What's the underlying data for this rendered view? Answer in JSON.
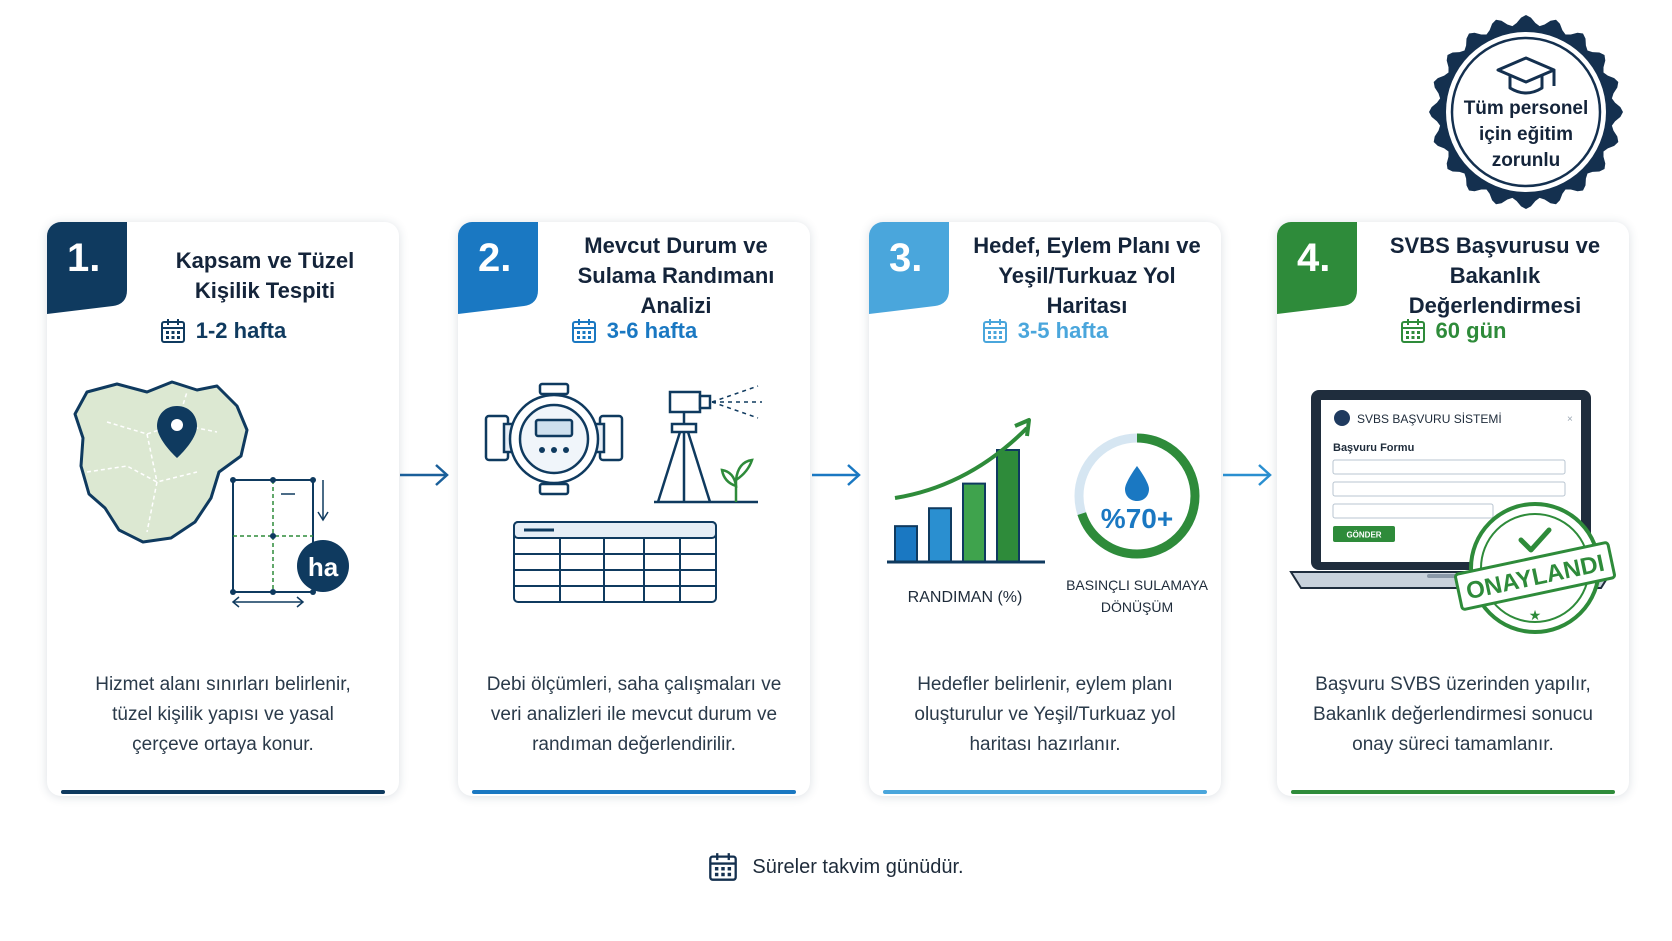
{
  "colors": {
    "step1": "#0f3a5f",
    "step2": "#1a78c2",
    "step3": "#4aa6dc",
    "step4": "#2e8b3a",
    "map_fill": "#dce8d2",
    "badge": "#14304f"
  },
  "badge": {
    "icon": "graduation-cap-icon",
    "lines": [
      "Tüm personel",
      "için eğitim",
      "zorunlu"
    ]
  },
  "steps": [
    {
      "number": "1.",
      "title_lines": [
        "Kapsam ve Tüzel",
        "Kişilik Tespiti"
      ],
      "duration": "1-2 hafta",
      "icon": "calendar-icon",
      "illustration": {
        "unit_label": "ha"
      },
      "description_lines": [
        "Hizmet alanı sınırları belirlenir,",
        "tüzel kişilik yapısı ve yasal",
        "çerçeve ortaya konur."
      ]
    },
    {
      "number": "2.",
      "title_lines": [
        "Mevcut Durum ve",
        "Sulama Randımanı Analizi"
      ],
      "duration": "3-6 hafta",
      "icon": "calendar-icon",
      "description_lines": [
        "Debi ölçümleri, saha çalışmaları ve",
        "veri analizleri ile mevcut durum ve",
        "randıman değerlendirilir."
      ]
    },
    {
      "number": "3.",
      "title_lines": [
        "Hedef, Eylem Planı ve",
        "Yeşil/Turkuaz Yol Haritası"
      ],
      "duration": "3-5 hafta",
      "icon": "calendar-icon",
      "illustration": {
        "bar_chart_label": "RANDIMAN (%)",
        "bar_levels": [
          0.32,
          0.48,
          0.7,
          1.0
        ],
        "gauge_value": "%70+",
        "gauge_fraction": 0.7,
        "gauge_label_lines": [
          "BASINÇLI SULAMAYA",
          "DÖNÜŞÜM"
        ]
      },
      "description_lines": [
        "Hedefler belirlenir, eylem planı",
        "oluşturulur ve Yeşil/Turkuaz yol",
        "haritası hazırlanır."
      ]
    },
    {
      "number": "4.",
      "title_lines": [
        "SVBS Başvurusu ve",
        "Bakanlık Değerlendirmesi"
      ],
      "duration": "60 gün",
      "icon": "calendar-icon",
      "illustration": {
        "screen_title": "SVBS BAŞVURU SİSTEMİ",
        "form_title": "Başvuru Formu",
        "submit_label": "GÖNDER",
        "stamp_text": "ONAYLANDI"
      },
      "description_lines": [
        "Başvuru SVBS üzerinden yapılır,",
        "Bakanlık değerlendirmesi sonucu",
        "onay süreci tamamlanır."
      ]
    }
  ],
  "footer": {
    "icon": "calendar-icon",
    "note": "Süreler takvim günüdür."
  }
}
